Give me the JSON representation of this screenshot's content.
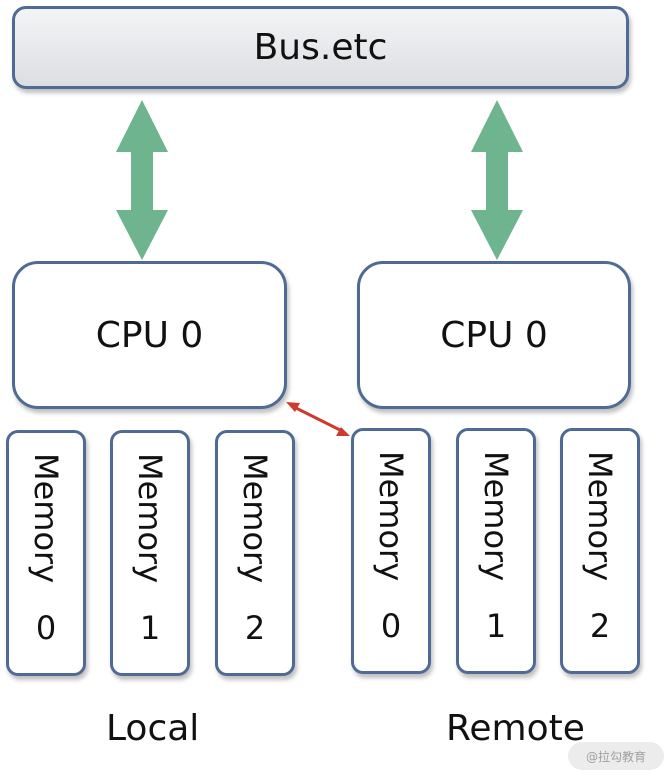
{
  "bus": {
    "label": "Bus.etc"
  },
  "cpus": [
    {
      "label": "CPU 0"
    },
    {
      "label": "CPU 0"
    }
  ],
  "local_memory": [
    {
      "label": "Memory",
      "index": "0"
    },
    {
      "label": "Memory",
      "index": "1"
    },
    {
      "label": "Memory",
      "index": "2"
    }
  ],
  "remote_memory": [
    {
      "label": "Memory",
      "index": "0"
    },
    {
      "label": "Memory",
      "index": "1"
    },
    {
      "label": "Memory",
      "index": "2"
    }
  ],
  "captions": {
    "local": "Local",
    "remote": "Remote"
  },
  "watermark": "@拉勾教育",
  "colors": {
    "border": "#4f6a94",
    "bus_arrow": "#6db48f",
    "link_arrow": "#d03a2c"
  }
}
